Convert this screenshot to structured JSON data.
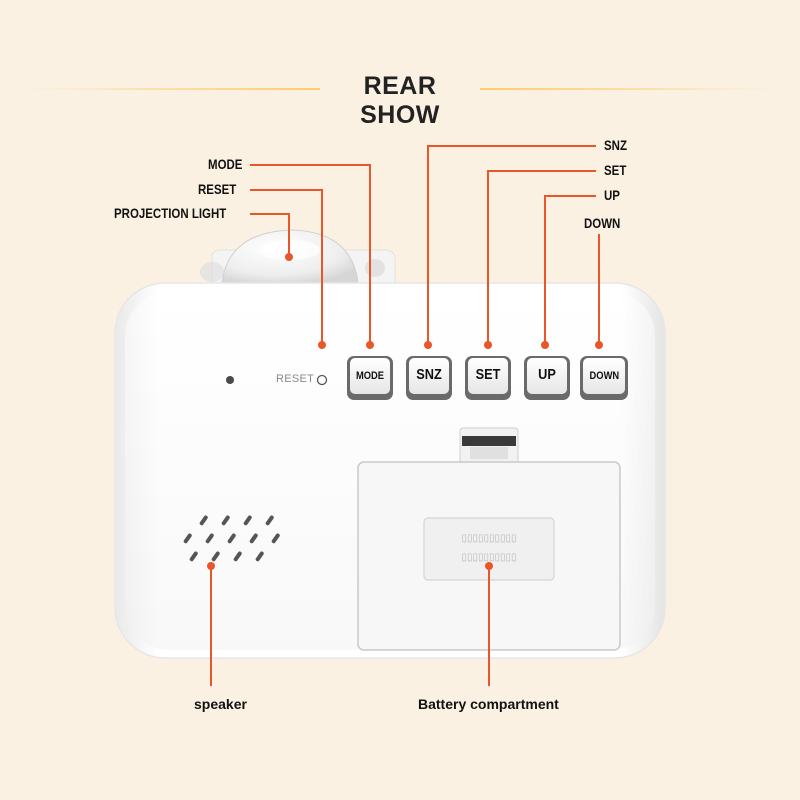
{
  "title": "REAR SHOW",
  "callouts": {
    "mode": "MODE",
    "reset": "RESET",
    "projection_light": "PROJECTION LIGHT",
    "snz": "SNZ",
    "set": "SET",
    "up": "UP",
    "down": "DOWN",
    "speaker": "speaker",
    "battery": "Battery compartment"
  },
  "device": {
    "reset_text": "RESET",
    "buttons": [
      {
        "label": "MODE"
      },
      {
        "label": "SNZ"
      },
      {
        "label": "SET"
      },
      {
        "label": "UP"
      },
      {
        "label": "DOWN"
      }
    ]
  },
  "colors": {
    "background": "#fbf1e3",
    "accent_line": "#e8562a",
    "title_rule": "#ffcb6b",
    "device_body": "#ffffff"
  }
}
